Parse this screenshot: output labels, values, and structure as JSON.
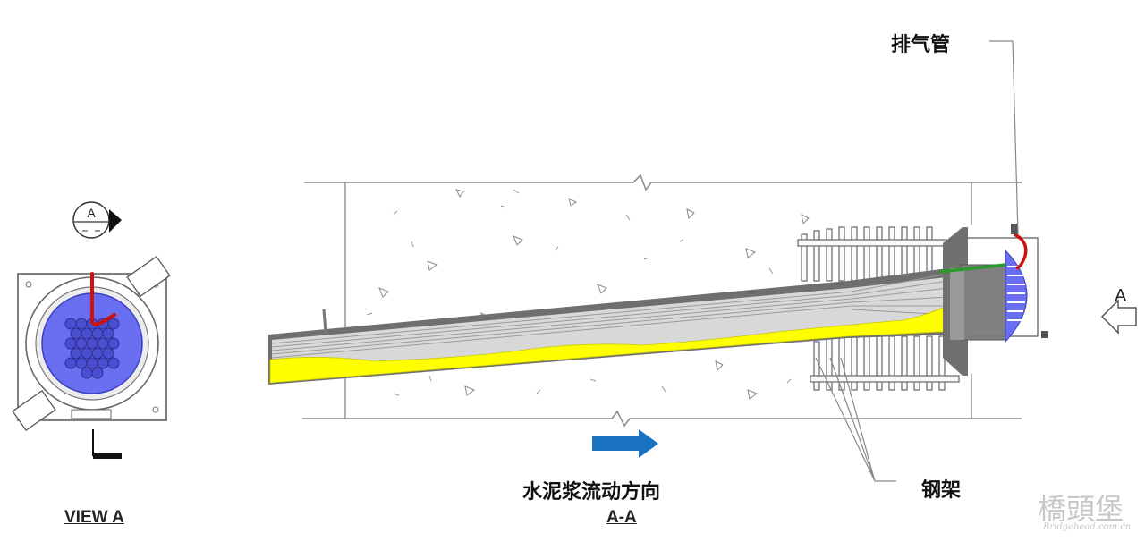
{
  "labels": {
    "exhaust_pipe": "排气管",
    "steel_frame": "钢架",
    "grout_flow": "水泥浆流动方向",
    "view_a": "VIEW A",
    "section_aa": "A-A",
    "view_arrow_letter": "A",
    "marker_letter": "A"
  },
  "watermark": {
    "chinese": "橋頭堡",
    "site": "Bridgehead.com.cn"
  },
  "colors": {
    "grout": "#ffff00",
    "cable_blue": "#6a6ef0",
    "vent_red": "#cc1111",
    "vent_green": "#2a9a2a",
    "flow_arrow": "#1a72c0",
    "concrete_line": "#888888"
  }
}
